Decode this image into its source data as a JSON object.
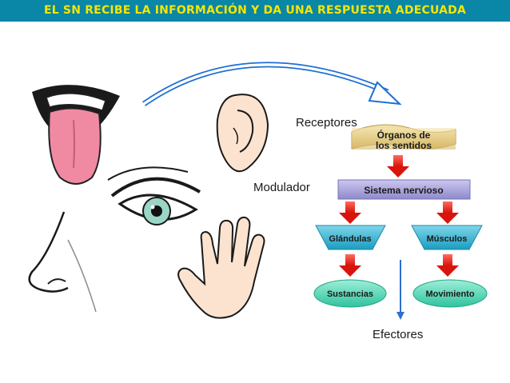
{
  "title": "EL SN RECIBE LA INFORMACIÓN Y DA UNA RESPUESTA ADECUADA",
  "labels": {
    "receptores": "Receptores",
    "modulador": "Modulador",
    "efectores": "Efectores"
  },
  "boxes": {
    "organos_line1": "Órganos de",
    "organos_line2": "los sentidos",
    "sistema": "Sistema nervioso",
    "glandulas": "Glándulas",
    "musculos": "Músculos",
    "sustancias": "Sustancias",
    "movimiento": "Movimiento"
  },
  "colors": {
    "banner": "#0a86a6",
    "banner_text": "#f5e600",
    "organos_fill": "#e8cf86",
    "sistema_fill": "#a7a3d8",
    "trapezoid_fill": "#3fb8d4",
    "ellipse_fill": "#57d6b8",
    "arrow_red": "#e3251d",
    "arrow_blue": "#2f6fd1"
  }
}
